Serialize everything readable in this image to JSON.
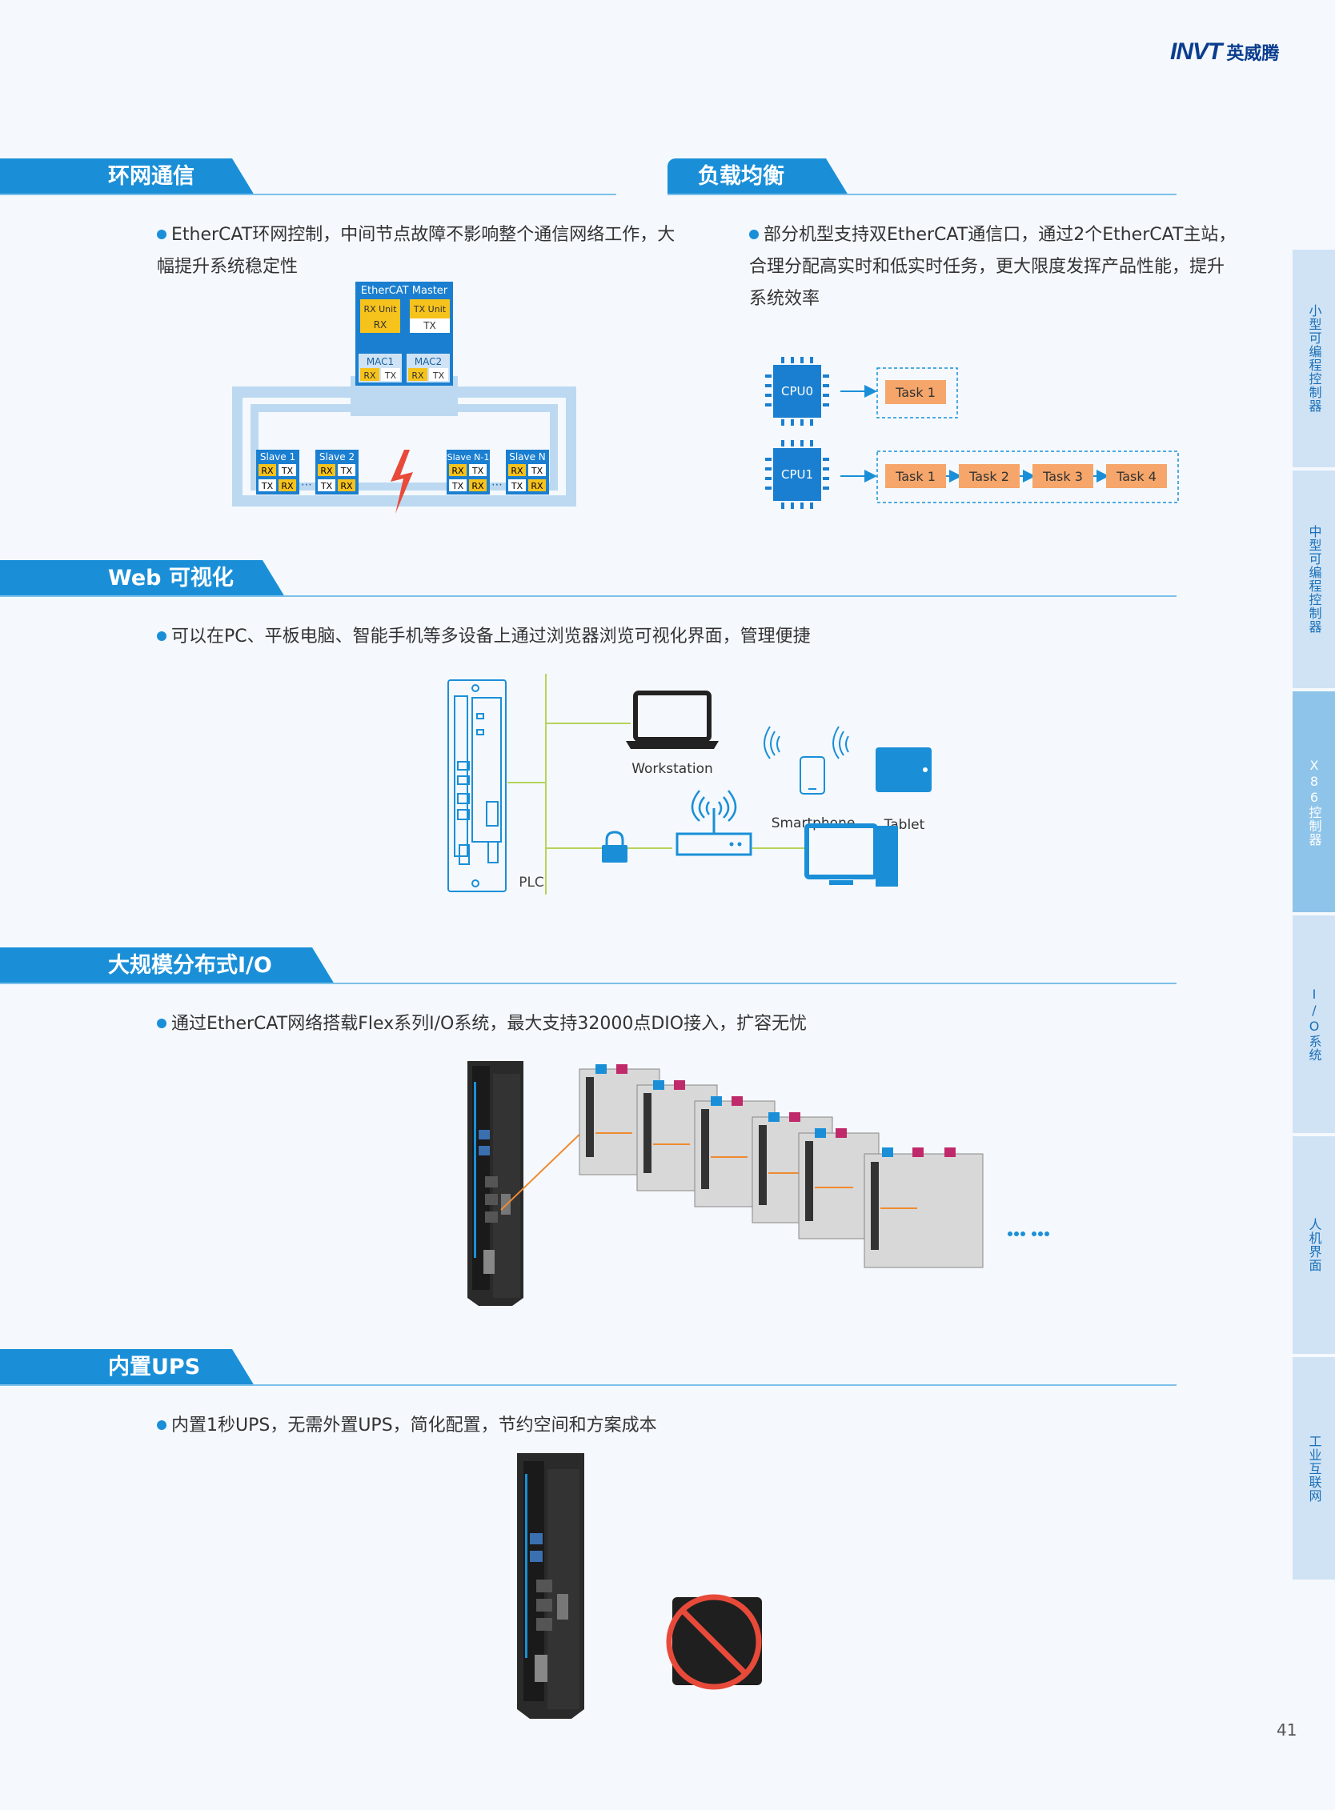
{
  "header": {
    "brand": "INVT",
    "brand_cn": "英威腾"
  },
  "sections": {
    "ring": {
      "title": "环网通信",
      "text_line1": "EtherCAT环网控制，中间节点故障不影响整个通信网络工作，大",
      "text_line2": "幅提升系统稳定性",
      "diagram": {
        "master": "EtherCAT Master",
        "rx_unit": "RX Unit",
        "tx_unit": "TX Unit",
        "rx": "RX",
        "tx": "TX",
        "mac1": "MAC1",
        "mac2": "MAC2",
        "slaves": [
          "Slave 1",
          "Slave 2",
          "Slave N-1",
          "Slave N"
        ]
      }
    },
    "load": {
      "title": "负载均衡",
      "text_line1": "部分机型支持双EtherCAT通信口，通过2个EtherCAT主站，",
      "text_line2": "合理分配高实时和低实时任务，更大限度发挥产品性能，提升",
      "text_line3": "系统效率",
      "diagram": {
        "cpu0": "CPU0",
        "cpu1": "CPU1",
        "cpu0_tasks": [
          "Task 1"
        ],
        "cpu1_tasks": [
          "Task 1",
          "Task 2",
          "Task 3",
          "Task 4"
        ]
      }
    },
    "web": {
      "title": "Web 可视化",
      "text": "可以在PC、平板电脑、智能手机等多设备上通过浏览器浏览可视化界面，管理便捷",
      "diagram": {
        "workstation": "Workstation",
        "smartphone": "Smartphone",
        "tablet": "Tablet",
        "plc": "PLC"
      }
    },
    "io": {
      "title": "大规模分布式I/O",
      "text": "通过EtherCAT网络搭载Flex系列I/O系统，最大支持32000点DIO接入，扩容无忧"
    },
    "ups": {
      "title": "内置UPS",
      "text": "内置1秒UPS，无需外置UPS，简化配置，节约空间和方案成本"
    }
  },
  "sidebar": {
    "items": [
      "小型可编程控制器",
      "中型可编程控制器",
      "X86控制器",
      "I/O系统",
      "人机界面",
      "工业互联网"
    ],
    "active": "X86控制器"
  },
  "page_number": "41",
  "colors": {
    "accent": "#1a8fd8",
    "line": "#7cc0ea",
    "task": "#f6a66a",
    "yellow": "#f6c21c",
    "chip": "#1a7fd0"
  }
}
